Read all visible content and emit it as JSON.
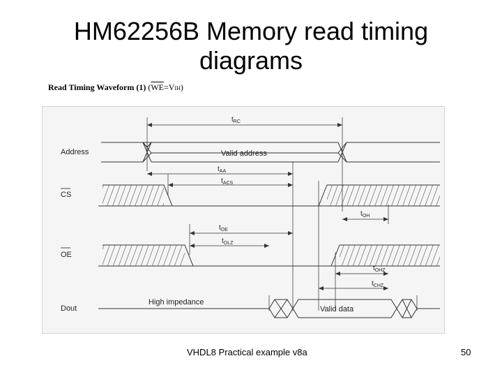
{
  "slide": {
    "title": "HM62256B Memory read timing diagrams",
    "footer": "VHDL8 Practical example v8a",
    "page_number": "50"
  },
  "waveform": {
    "heading": {
      "bold_text": "Read Timing Waveform (1)",
      "we_symbol": "WE",
      "eq": "=V",
      "ih_sub": "IH"
    },
    "signals": {
      "address": "Address",
      "cs": "CS",
      "oe": "OE",
      "dout": "Dout"
    },
    "bus_labels": {
      "valid_address": "Valid address",
      "high_impedance": "High impedance",
      "valid_data": "Valid data"
    },
    "timing": {
      "trc": {
        "t": "t",
        "sub": "RC"
      },
      "taa": {
        "t": "t",
        "sub": "AA"
      },
      "tacs": {
        "t": "t",
        "sub": "ACS"
      },
      "toh": {
        "t": "t",
        "sub": "OH"
      },
      "toe": {
        "t": "t",
        "sub": "OE"
      },
      "tolz": {
        "t": "t",
        "sub": "OLZ"
      },
      "tohz": {
        "t": "t",
        "sub": "OHZ"
      },
      "tchz": {
        "t": "t",
        "sub": "CHZ"
      }
    }
  }
}
